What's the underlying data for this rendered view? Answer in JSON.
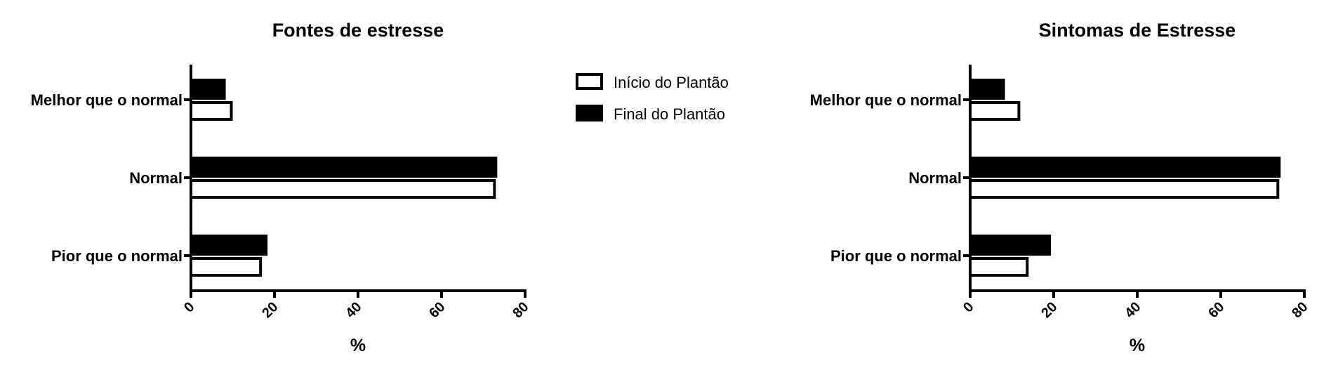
{
  "chart_data": [
    {
      "type": "bar",
      "orientation": "horizontal",
      "title": "Fontes de estresse",
      "xlabel": "%",
      "ylabel": "",
      "xlim": [
        0,
        80
      ],
      "xticks": [
        "0",
        "20",
        "40",
        "60",
        "80"
      ],
      "categories": [
        "Melhor que o normal",
        "Normal",
        "Pior que o normal"
      ],
      "series": [
        {
          "name": "Início do Plantão",
          "values": [
            10,
            73,
            17
          ],
          "color": "#ffffff"
        },
        {
          "name": "Final do Plantão",
          "values": [
            8,
            73,
            18
          ],
          "color": "#000000"
        }
      ],
      "grid": false
    },
    {
      "type": "bar",
      "orientation": "horizontal",
      "title": "Sintomas de Estresse",
      "xlabel": "%",
      "ylabel": "",
      "xlim": [
        0,
        80
      ],
      "xticks": [
        "0",
        "20",
        "40",
        "60",
        "80"
      ],
      "categories": [
        "Melhor que o normal",
        "Normal",
        "Pior que o normal"
      ],
      "series": [
        {
          "name": "Início do Plantão",
          "values": [
            12,
            74,
            14
          ],
          "color": "#ffffff"
        },
        {
          "name": "Final do Plantão",
          "values": [
            8,
            74,
            19
          ],
          "color": "#000000"
        }
      ],
      "grid": false
    }
  ],
  "legend": {
    "placement": "between-charts",
    "items": [
      {
        "label": "Início do Plantão",
        "style": "outline"
      },
      {
        "label": "Final do Plantão",
        "style": "filled"
      }
    ]
  }
}
